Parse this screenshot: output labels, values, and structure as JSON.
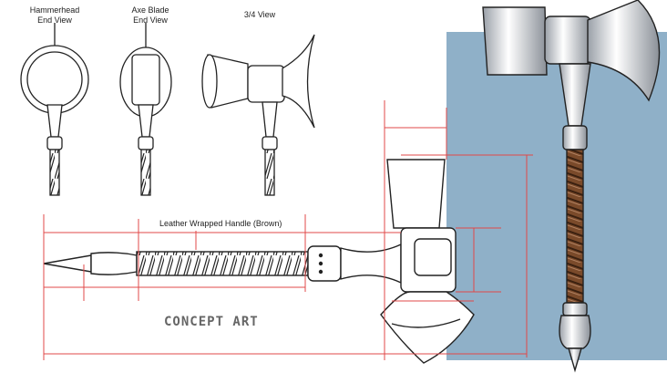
{
  "labels": {
    "hammerhead_line1": "Hammerhead",
    "hammerhead_line2": "End View",
    "axeblade_line1": "Axe Blade",
    "axeblade_line2": "End View",
    "three_quarter": "3/4 View",
    "handle_note": "Leather Wrapped Handle (Brown)",
    "watermark": "CONCEPT ART"
  },
  "colors": {
    "backdrop": "#8fb0c8",
    "dimension": "#e04848",
    "leather": "#7a4a2a",
    "outline": "#222222"
  }
}
